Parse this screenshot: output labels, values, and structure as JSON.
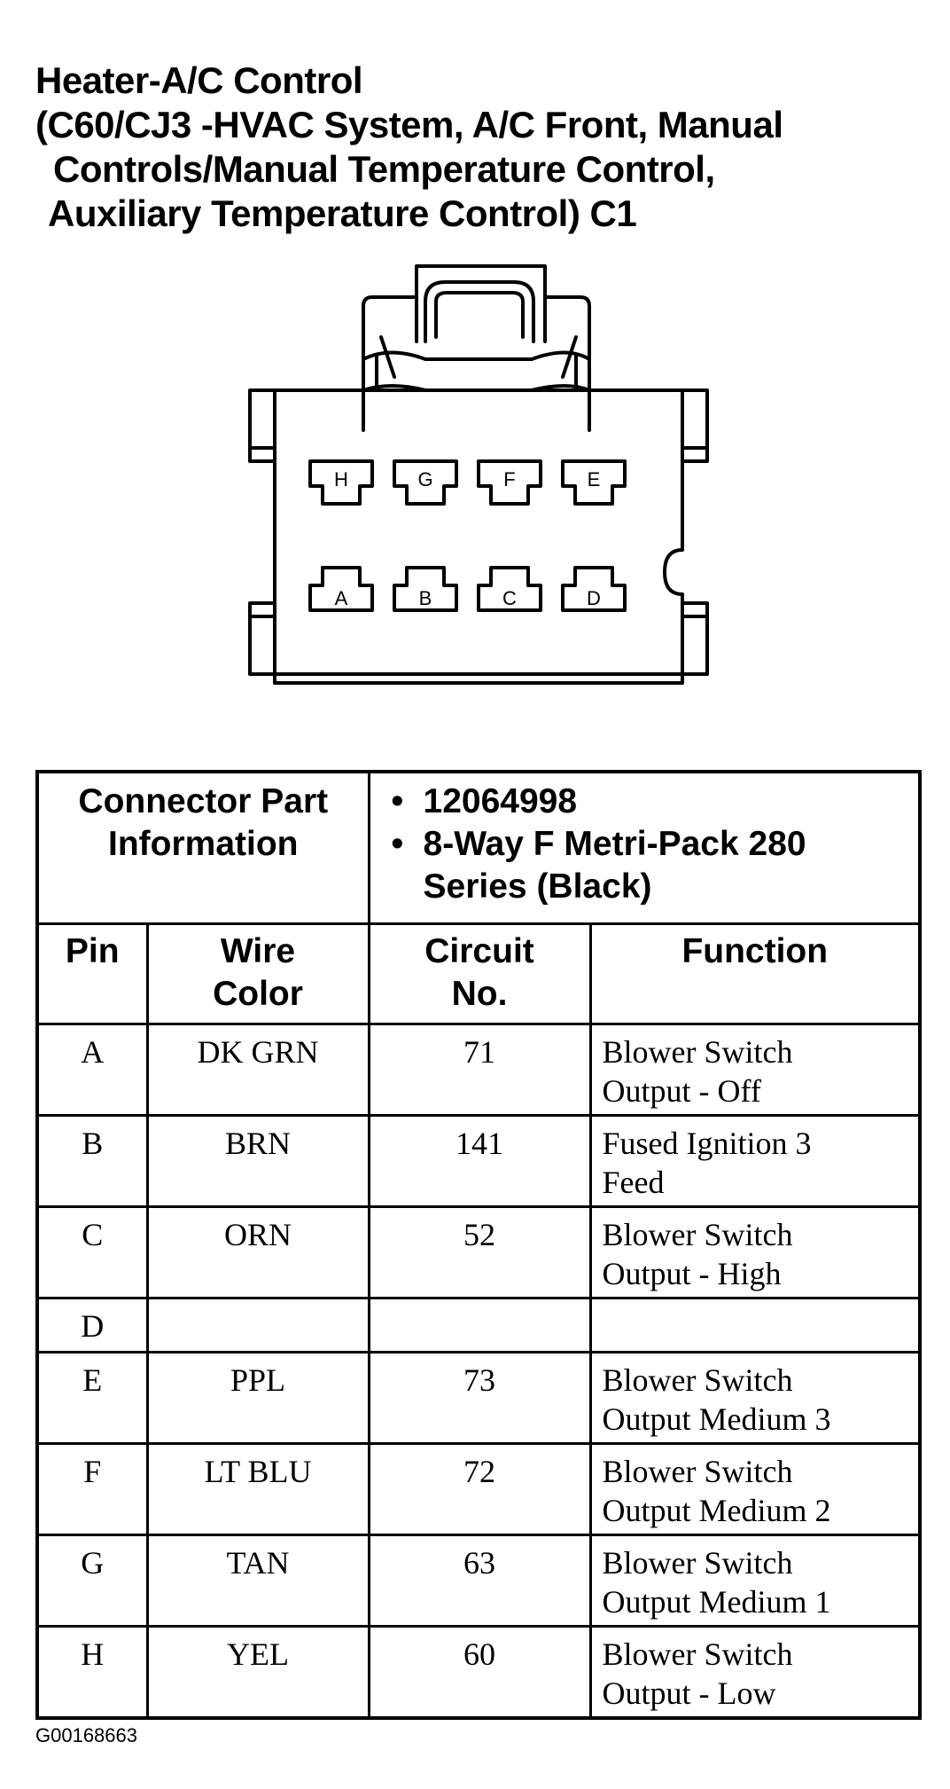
{
  "title": {
    "line1": "Heater-A/C Control",
    "line2": "(C60/CJ3 -HVAC System, A/C Front, Manual",
    "line3": "Controls/Manual Temperature Control,",
    "line4": "Auxiliary Temperature Control) C1"
  },
  "connector": {
    "top_row_pins": [
      "H",
      "G",
      "F",
      "E"
    ],
    "bottom_row_pins": [
      "A",
      "B",
      "C",
      "D"
    ]
  },
  "part_info": {
    "label_line1": "Connector Part",
    "label_line2": "Information",
    "bullet": "•",
    "part_number": "12064998",
    "description_line1": "8-Way F Metri-Pack 280",
    "description_line2": "Series (Black)"
  },
  "headers": {
    "pin": "Pin",
    "wire_color_line1": "Wire",
    "wire_color_line2": "Color",
    "circuit_line1": "Circuit",
    "circuit_line2": "No.",
    "function": "Function"
  },
  "rows": [
    {
      "pin": "A",
      "wire": "DK GRN",
      "circuit": "71",
      "function_line1": "Blower Switch",
      "function_line2": "Output - Off"
    },
    {
      "pin": "B",
      "wire": "BRN",
      "circuit": "141",
      "function_line1": "Fused Ignition 3",
      "function_line2": "Feed"
    },
    {
      "pin": "C",
      "wire": "ORN",
      "circuit": "52",
      "function_line1": "Blower Switch",
      "function_line2": "Output - High"
    },
    {
      "pin": "D",
      "wire": "",
      "circuit": "",
      "function_line1": "",
      "function_line2": ""
    },
    {
      "pin": "E",
      "wire": "PPL",
      "circuit": "73",
      "function_line1": "Blower Switch",
      "function_line2": "Output Medium 3"
    },
    {
      "pin": "F",
      "wire": "LT BLU",
      "circuit": "72",
      "function_line1": "Blower Switch",
      "function_line2": "Output Medium 2"
    },
    {
      "pin": "G",
      "wire": "TAN",
      "circuit": "63",
      "function_line1": "Blower Switch",
      "function_line2": "Output Medium 1"
    },
    {
      "pin": "H",
      "wire": "YEL",
      "circuit": "60",
      "function_line1": "Blower Switch",
      "function_line2": "Output - Low"
    }
  ],
  "figure_code": "G00168663"
}
